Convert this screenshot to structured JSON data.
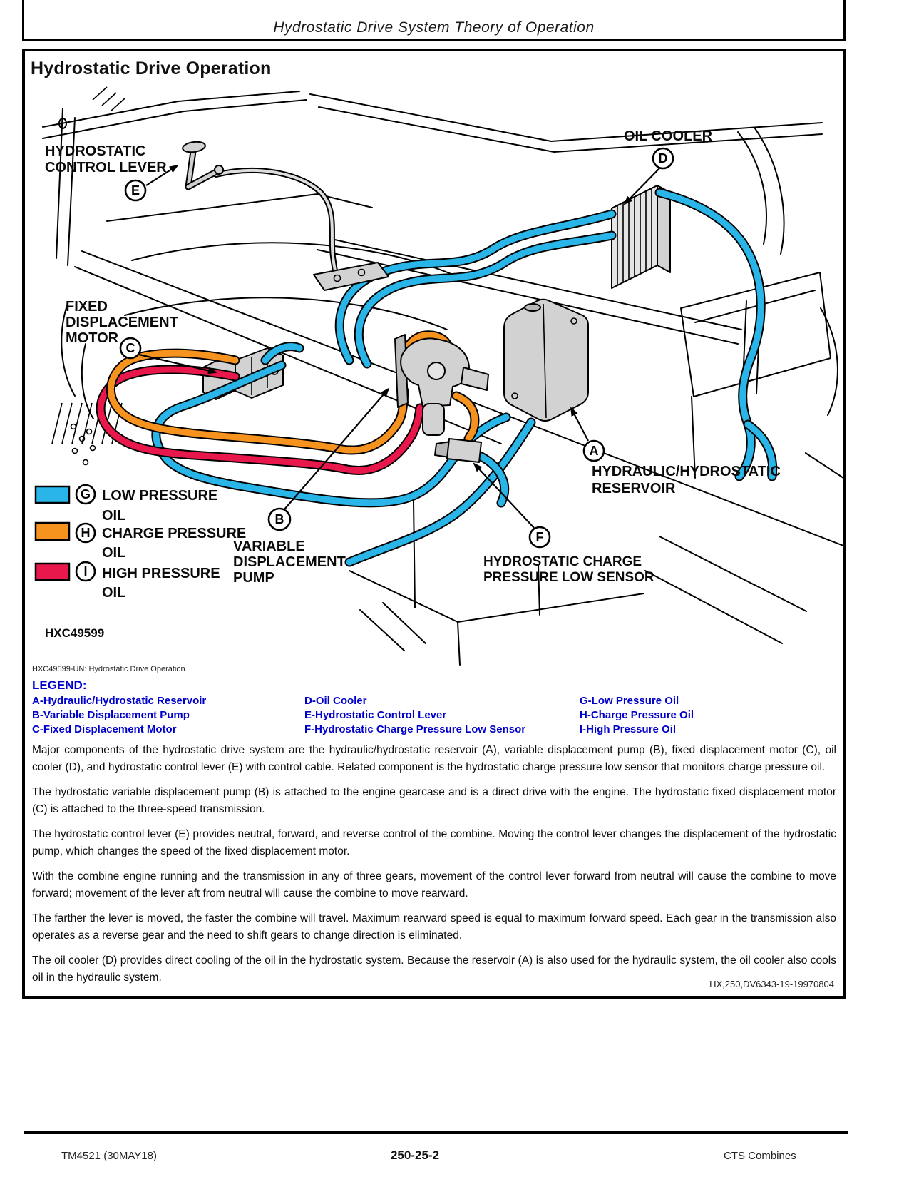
{
  "header_title": "Hydrostatic Drive System Theory of Operation",
  "section_title": "Hydrostatic Drive Operation",
  "figure": {
    "image_code": "HXC49599",
    "caption": "HXC49599-UN: Hydrostatic Drive Operation",
    "callouts": {
      "control_lever": {
        "letter": "E",
        "lines": [
          "HYDROSTATIC",
          "CONTROL LEVER"
        ]
      },
      "oil_cooler": {
        "letter": "D",
        "lines": [
          "OIL COOLER"
        ]
      },
      "fixed_motor": {
        "letter": "C",
        "lines": [
          "FIXED",
          "DISPLACEMENT",
          "MOTOR"
        ]
      },
      "reservoir": {
        "letter": "A",
        "lines": [
          "HYDRAULIC/HYDROSTATIC",
          "RESERVOIR"
        ]
      },
      "pump": {
        "letter": "B",
        "lines": [
          "VARIABLE",
          "DISPLACEMENT",
          "PUMP"
        ]
      },
      "sensor": {
        "letter": "F",
        "lines": [
          "HYDROSTATIC CHARGE",
          "PRESSURE LOW SENSOR"
        ]
      }
    },
    "oil_legend": [
      {
        "letter": "G",
        "lines": [
          "LOW PRESSURE",
          "OIL"
        ],
        "color": "#29B5E8"
      },
      {
        "letter": "H",
        "lines": [
          "CHARGE PRESSURE",
          "OIL"
        ],
        "color": "#F6921E"
      },
      {
        "letter": "I",
        "lines": [
          "HIGH PRESSURE",
          "OIL"
        ],
        "color": "#E8184C"
      }
    ]
  },
  "legend": {
    "heading": "LEGEND:",
    "columns": [
      [
        "A-Hydraulic/Hydrostatic Reservoir",
        "B-Variable Displacement Pump",
        "C-Fixed Displacement Motor"
      ],
      [
        "D-Oil Cooler",
        "E-Hydrostatic Control Lever",
        "F-Hydrostatic Charge Pressure Low Sensor"
      ],
      [
        "G-Low Pressure Oil",
        "H-Charge Pressure Oil",
        "I-High Pressure Oil"
      ]
    ]
  },
  "paragraphs": [
    "Major components of the hydrostatic drive system are the hydraulic/hydrostatic reservoir (A), variable displacement pump (B), fixed displacement motor (C), oil cooler (D), and hydrostatic control lever (E) with control cable. Related component is the hydrostatic charge pressure low sensor that monitors charge pressure oil.",
    "The hydrostatic variable displacement pump (B) is attached to the engine gearcase and is a direct drive with the engine. The hydrostatic fixed displacement motor (C) is attached to the three-speed transmission.",
    "The hydrostatic control lever (E) provides neutral, forward, and reverse control of the combine. Moving the control lever changes the displacement of the hydrostatic pump, which changes the speed of the fixed displacement motor.",
    "With the combine engine running and the transmission in any of three gears, movement of the control lever forward from neutral will cause the combine to move forward; movement of the lever aft from neutral will cause the combine to move rearward.",
    "The farther the lever is moved, the faster the combine will travel. Maximum rearward speed is equal to maximum forward speed. Each gear in the transmission also operates as a reverse gear and the need to shift gears to change direction is eliminated.",
    "The oil cooler (D) provides direct cooling of the oil in the hydrostatic system. Because the reservoir (A) is also used for the hydraulic system, the oil cooler also cools oil in the hydraulic system."
  ],
  "doc_code": "HX,250,DV6343-19-19970804",
  "footer": {
    "left": "TM4521 (30MAY18)",
    "center": "250-25-2",
    "right": "CTS Combines"
  },
  "colors": {
    "legend_text": "#0000CC",
    "line_art": "#000000",
    "component_gray": "#D2D2D2"
  }
}
